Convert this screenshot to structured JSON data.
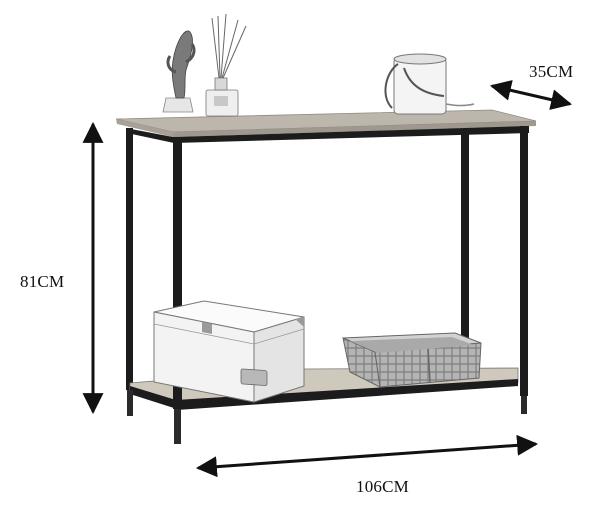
{
  "dimensions": {
    "depth_label": "35CM",
    "height_label": "81CM",
    "width_label": "106CM"
  },
  "colors": {
    "frame": "#1c1c1c",
    "wood_top": "#b9b2a8",
    "wood_shelf": "#c9c2b8",
    "arrow": "#111111",
    "storage_box": "#f6f6f6",
    "basket": "#9c9c9c"
  },
  "icons": {
    "cactus": "cactus-decor-icon",
    "diffuser": "reed-diffuser-icon",
    "bucket": "metal-bucket-icon",
    "box": "storage-box-icon",
    "basket": "wicker-basket-icon"
  }
}
